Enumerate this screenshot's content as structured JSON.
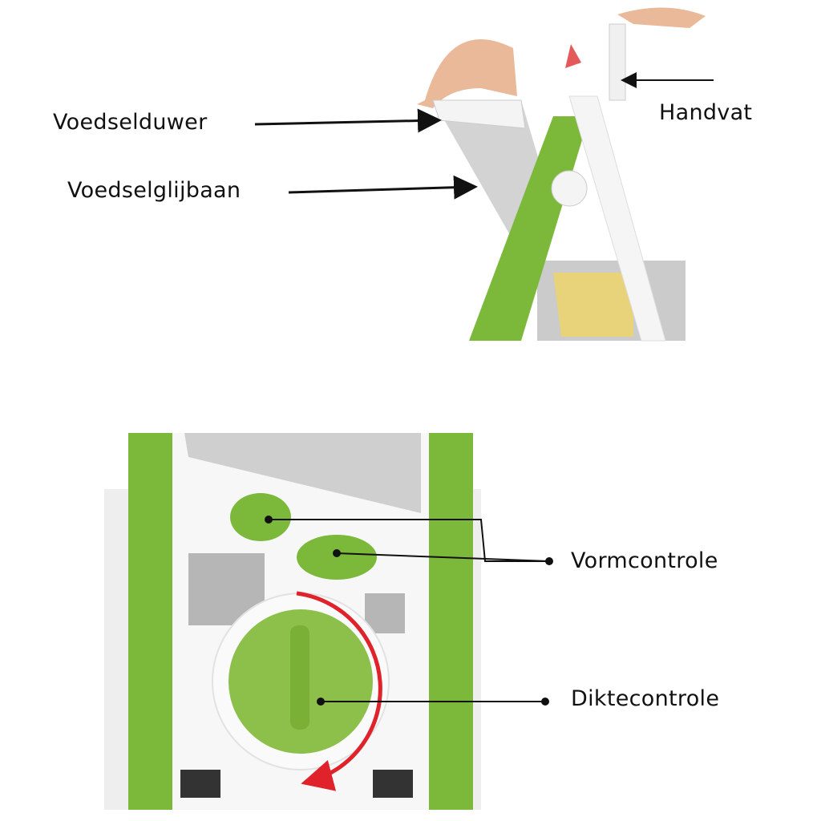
{
  "labels": {
    "food_pusher": "Voedselduwer",
    "food_chute": "Voedselglijbaan",
    "handle": "Handvat",
    "shape_control": "Vormcontrole",
    "thickness_control": "Diktecontrole"
  },
  "colors": {
    "green": "#7cb83a",
    "red_arrow": "#e0222a",
    "text": "#111111"
  }
}
